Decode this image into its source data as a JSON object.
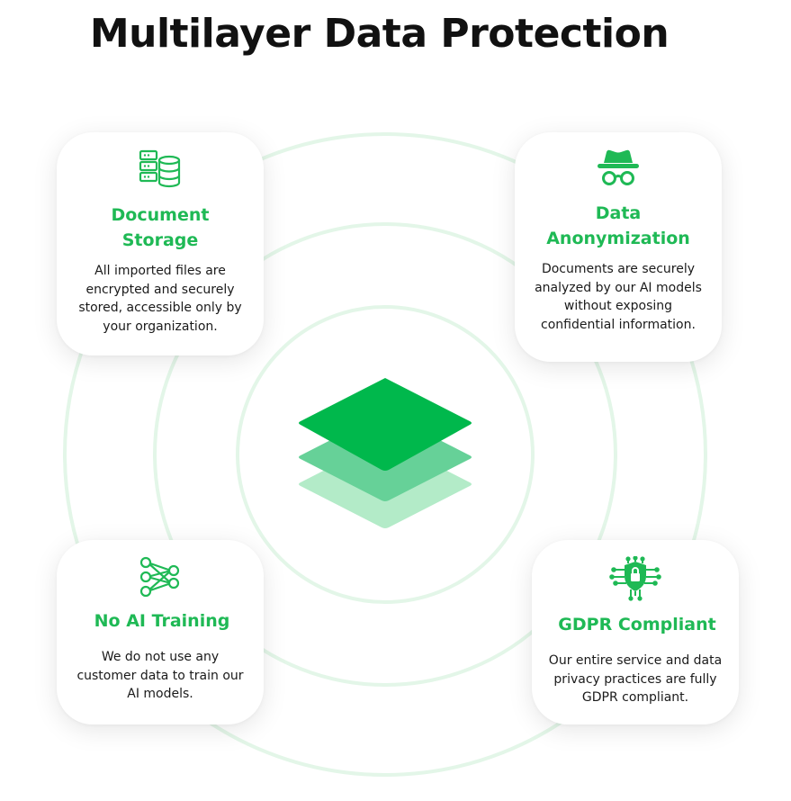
{
  "title": "Multilayer Data Protection",
  "colors": {
    "accent": "#1fb955",
    "layer_top": "#00b84c",
    "layer_mid": "#66d198",
    "layer_bottom": "#b3ebc8",
    "ring": "#e3f6e8"
  },
  "cards": [
    {
      "icon": "server-database-icon",
      "heading": "Document Storage",
      "text": "All imported files are encrypted and securely stored, accessible only by your organization."
    },
    {
      "icon": "incognito-spy-icon",
      "heading": "Data Anonymization",
      "text": "Documents are securely analyzed by our AI models without exposing confidential information."
    },
    {
      "icon": "neural-network-icon",
      "heading": "No AI Training",
      "text": "We do not use any customer data to train our AI models."
    },
    {
      "icon": "shield-lock-circuit-icon",
      "heading": "GDPR Compliant",
      "text": "Our entire service and data privacy practices are fully GDPR compliant."
    }
  ],
  "center": {
    "icon": "stacked-layers-icon"
  }
}
